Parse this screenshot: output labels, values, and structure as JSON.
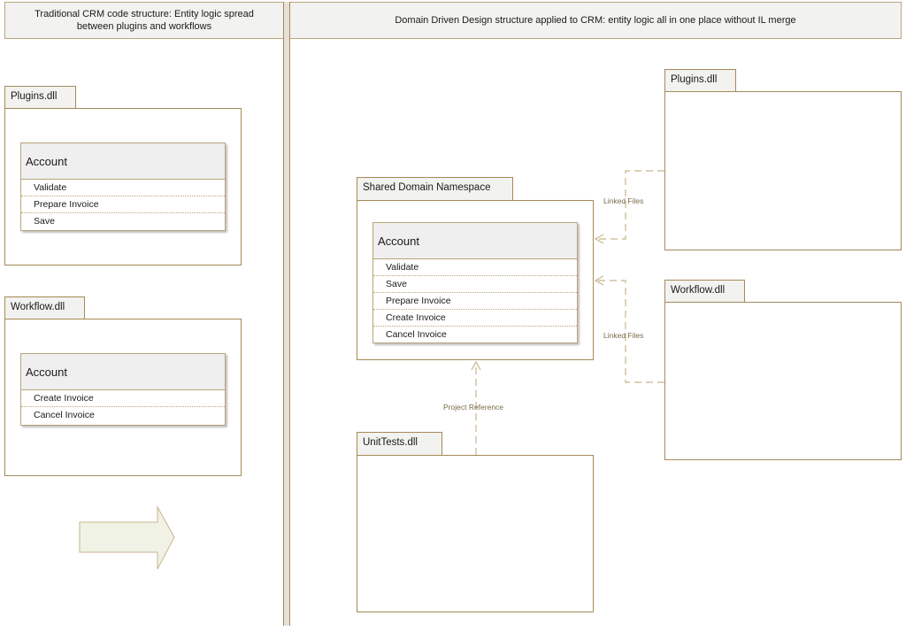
{
  "headers": {
    "left": "Traditional CRM code structure: Entity logic spread between plugins and workflows",
    "right": "Domain Driven Design structure applied to CRM: entity logic all in one place without IL merge"
  },
  "left_packages": [
    {
      "name": "Plugins.dll",
      "class_name": "Account",
      "methods": [
        "Validate",
        "Prepare Invoice",
        "Save"
      ]
    },
    {
      "name": "Workflow.dll",
      "class_name": "Account",
      "methods": [
        "Create Invoice",
        "Cancel Invoice"
      ]
    }
  ],
  "shared": {
    "name": "Shared Domain Namespace",
    "class_name": "Account",
    "methods": [
      "Validate",
      "Save",
      "Prepare Invoice",
      "Create Invoice",
      "Cancel Invoice"
    ]
  },
  "right_packages": {
    "plugins": "Plugins.dll",
    "workflow": "Workflow.dll",
    "unittests": "UnitTests.dll"
  },
  "connectors": {
    "linked_files_1": "Linked Files",
    "linked_files_2": "Linked Files",
    "project_reference": "Project Reference"
  },
  "colors": {
    "border": "#a58a57",
    "header_fill": "#f2f2f0",
    "class_head_fill": "#efefef",
    "connector": "#c8b48c",
    "arrow_fill": "#f0f2e6"
  }
}
